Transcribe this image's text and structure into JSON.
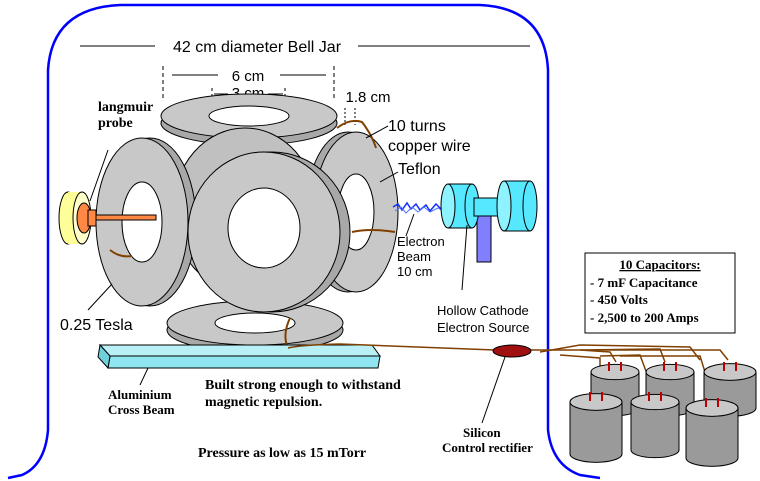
{
  "labels": {
    "bell_jar": "42 cm diameter Bell Jar",
    "dim_6cm": "6 cm",
    "dim_3cm": "3 cm",
    "dim_1_8cm": "1.8 cm",
    "langmuir_line1": "langmuir",
    "langmuir_line2": "probe",
    "turns_line1": "10 turns",
    "turns_line2": "copper wire",
    "teflon": "Teflon",
    "beam_line1": "Electron",
    "beam_line2": "Beam",
    "beam_line3": "10 cm",
    "tesla": "0.25 Tesla",
    "cathode_line1": "Hollow Cathode",
    "cathode_line2": "Electron Source",
    "aluminium_line1": "Aluminium",
    "aluminium_line2": "Cross Beam",
    "built_line1": "Built strong enough to withstand",
    "built_line2": "magnetic repulsion.",
    "pressure": "Pressure as low as 15 mTorr",
    "scr_line1": "Silicon",
    "scr_line2": "Control rectifier"
  },
  "capacitor_box": {
    "title": "10 Capacitors:",
    "items": [
      "- 7 mF Capacitance",
      "- 450 Volts",
      "- 2,500 to 200 Amps"
    ]
  },
  "colors": {
    "jar_outline": "#0000ff",
    "ring_fill": "#c8c8c8",
    "beam_fill": "#8fe6f0",
    "cathode_fill": "#55e8ff",
    "cathode_tube": "#8080ff",
    "probe_tip": "#ff8844",
    "probe_base": "#ffff99",
    "capacitor_fill": "#9a9a9a",
    "wire": "#804000",
    "scr_fill": "#a01010",
    "spark": "#1030ff"
  }
}
